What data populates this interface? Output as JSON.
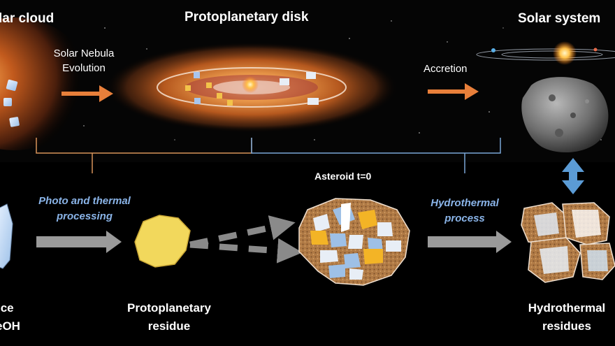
{
  "titles": {
    "cloud": "lar cloud",
    "disk": "Protoplanetary disk",
    "solar": "Solar system"
  },
  "arrows": {
    "nebula_line1": "Solar Nebula",
    "nebula_line2": "Evolution",
    "accretion": "Accretion"
  },
  "processes": {
    "photo_line1": "Photo and thermal",
    "photo_line2": "processing",
    "hydro_line1": "Hydrothermal",
    "hydro_line2": "process"
  },
  "labels": {
    "asteroid": "Asteroid t=0",
    "ice_line1": "ice",
    "ice_line2": "eOH",
    "residue_line1": "Protoplanetary",
    "residue_line2": "residue",
    "hydro_res_line1": "Hydrothermal",
    "hydro_res_line2": "residues"
  },
  "colors": {
    "background": "#000000",
    "orange_arrow": "#e87f3a",
    "bracket_orange": "#d8935a",
    "bracket_blue": "#7aa6d6",
    "gray_arrow": "#9a9a9a",
    "italic_blue": "#8ab4e8",
    "double_arrow": "#5b9bd5",
    "residue_yellow": "#f2d85c"
  }
}
